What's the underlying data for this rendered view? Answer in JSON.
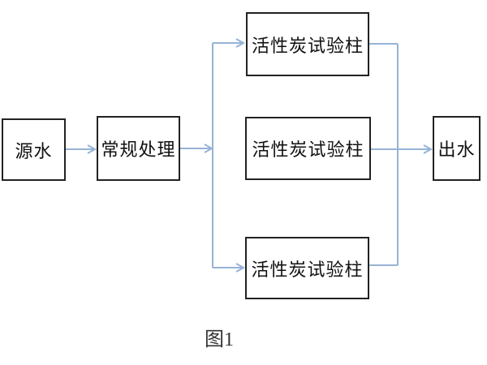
{
  "diagram": {
    "caption": "图1",
    "nodes": {
      "source": {
        "label": "源水"
      },
      "pretreatment": {
        "label": "常规处理"
      },
      "column_top": {
        "label": "活性炭试验柱"
      },
      "column_middle": {
        "label": "活性炭试验柱"
      },
      "column_bottom": {
        "label": "活性炭试验柱"
      },
      "outlet": {
        "label": "出水"
      }
    },
    "edges": [
      {
        "from": "source",
        "to": "pretreatment",
        "arrow": true
      },
      {
        "from": "pretreatment",
        "to": "branch-junction",
        "arrow": true
      },
      {
        "from": "branch-junction",
        "to": "column_top",
        "arrow": true
      },
      {
        "from": "branch-junction",
        "to": "column_bottom",
        "arrow": true
      },
      {
        "from": "column_top",
        "to": "merge-junction",
        "arrow": false
      },
      {
        "from": "column_bottom",
        "to": "merge-junction",
        "arrow": false
      },
      {
        "from": "column_middle",
        "to": "outlet",
        "arrow": true
      }
    ]
  },
  "colors": {
    "connector": "#95b3d7",
    "box_border": "#222222",
    "text": "#111111",
    "background": "#ffffff"
  }
}
